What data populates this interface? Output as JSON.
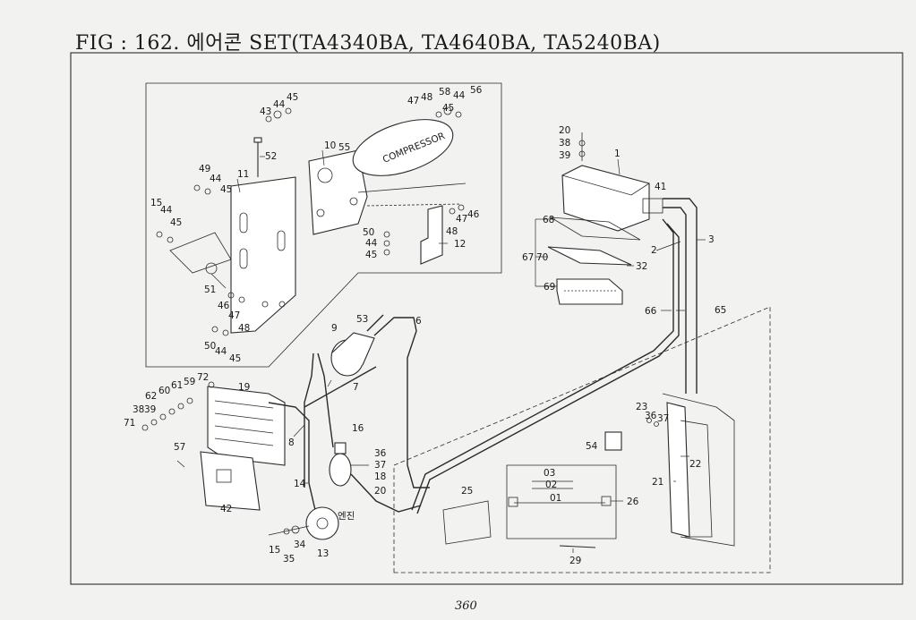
{
  "title": "FIG : 162. 에어콘 SET(TA4340BA, TA4640BA, TA5240BA)",
  "page_number": "360",
  "compressor_text": "COMPRESSOR",
  "engine_text": "엔진",
  "part_labels": {
    "p1": "1",
    "p2": "2",
    "p3": "3",
    "p6": "6",
    "p7": "7",
    "p8": "8",
    "p9": "9",
    "p10": "10",
    "p11": "11",
    "p12": "12",
    "p13": "13",
    "p14": "14",
    "p15a": "15",
    "p15b": "15",
    "p16": "16",
    "p18": "18",
    "p19": "19",
    "p20a": "20",
    "p20b": "20",
    "p21": "21",
    "p22": "22",
    "p23": "23",
    "p25": "25",
    "p26": "26",
    "p29": "29",
    "p32": "32",
    "p34": "34",
    "p35": "35",
    "p36a": "36",
    "p36b": "36",
    "p37a": "37",
    "p37b": "37",
    "p38a": "38",
    "p38b": "38",
    "p39a": "39",
    "p39b": "39",
    "p41": "41",
    "p42": "42",
    "p43": "43",
    "p44a": "44",
    "p44b": "44",
    "p44c": "44",
    "p44d": "44",
    "p44e": "44",
    "p44f": "44",
    "p45a": "45",
    "p45b": "45",
    "p45c": "45",
    "p45d": "45",
    "p45e": "45",
    "p45f": "45",
    "p46a": "46",
    "p46b": "46",
    "p47a": "47",
    "p47b": "47",
    "p47c": "47",
    "p48a": "48",
    "p48b": "48",
    "p48c": "48",
    "p49": "49",
    "p50a": "50",
    "p50b": "50",
    "p51": "51",
    "p52": "52",
    "p53": "53",
    "p54": "54",
    "p55": "55",
    "p56": "56",
    "p57": "57",
    "p58": "58",
    "p59": "59",
    "p60": "60",
    "p61": "61",
    "p62": "62",
    "p65": "65",
    "p66": "66",
    "p67": "67",
    "p68": "68",
    "p69": "69",
    "p70": "70",
    "p71": "71",
    "p72": "72",
    "p01": "01",
    "p02": "02",
    "p03": "03"
  }
}
